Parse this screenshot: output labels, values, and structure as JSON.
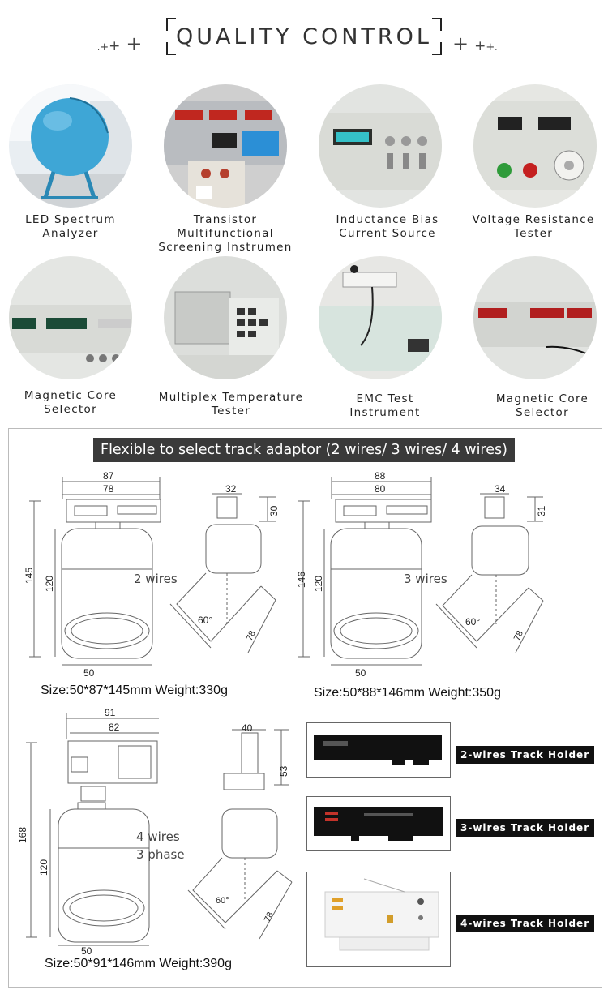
{
  "header": {
    "title": "QUALITY CONTROL"
  },
  "instruments": [
    {
      "line1": "LED Spectrum",
      "line2": "Analyzer"
    },
    {
      "line1": "Transistor Multifunctional",
      "line2": "Screening Instrumen"
    },
    {
      "line1": "Inductance Bias",
      "line2": "Current Source"
    },
    {
      "line1": "Voltage Resistance",
      "line2": "Tester"
    },
    {
      "line1": "Magnetic Core",
      "line2": "Selector"
    },
    {
      "line1": "Multiplex Temperature",
      "line2": "Tester"
    },
    {
      "line1": "EMC Test",
      "line2": "Instrument"
    },
    {
      "line1": "Magnetic Core",
      "line2": "Selector"
    }
  ],
  "panel": {
    "banner": "Flexible to select track adaptor (2 wires/ 3 wires/ 4 wires)",
    "models": [
      {
        "width_top": "87",
        "width_inner": "78",
        "height_total": "145",
        "height_body": "120",
        "diameter": "50",
        "side_top": "32",
        "side_h": "30",
        "angle": "60°",
        "reach": "78",
        "wires": "2 wires",
        "wires2": "",
        "spec": "Size:50*87*145mm  Weight:330g"
      },
      {
        "width_top": "88",
        "width_inner": "80",
        "height_total": "146",
        "height_body": "120",
        "diameter": "50",
        "side_top": "34",
        "side_h": "31",
        "angle": "60°",
        "reach": "78",
        "wires": "3 wires",
        "wires2": "",
        "spec": "Size:50*88*146mm  Weight:350g"
      },
      {
        "width_top": "91",
        "width_inner": "82",
        "height_total": "168",
        "height_body": "120",
        "diameter": "50",
        "side_top": "40",
        "side_h": "53",
        "angle": "60°",
        "reach": "78",
        "wires": "4 wires",
        "wires2": "3 phase",
        "spec": "Size:50*91*146mm  Weight:390g"
      }
    ],
    "holders": [
      {
        "label": "2-wires Track Holder",
        "color": "#111111"
      },
      {
        "label": "3-wires Track Holder",
        "color": "#111111"
      },
      {
        "label": "4-wires Track Holder",
        "color": "#f4f4f4"
      }
    ]
  }
}
